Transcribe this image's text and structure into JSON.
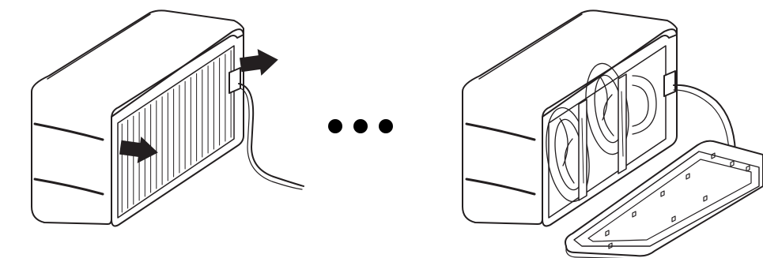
{
  "figure": {
    "left_panel": {
      "enclosure_state": "closed",
      "grille": "vented-front-panel",
      "arrows": [
        "arrow-right-icon",
        "arrow-right-icon"
      ]
    },
    "separator": {
      "icon": "ellipsis-icon",
      "dot_count": 3
    },
    "right_panel": {
      "enclosure_state": "opened",
      "grille": "removed-front-panel",
      "internal": "fan-bays"
    }
  }
}
